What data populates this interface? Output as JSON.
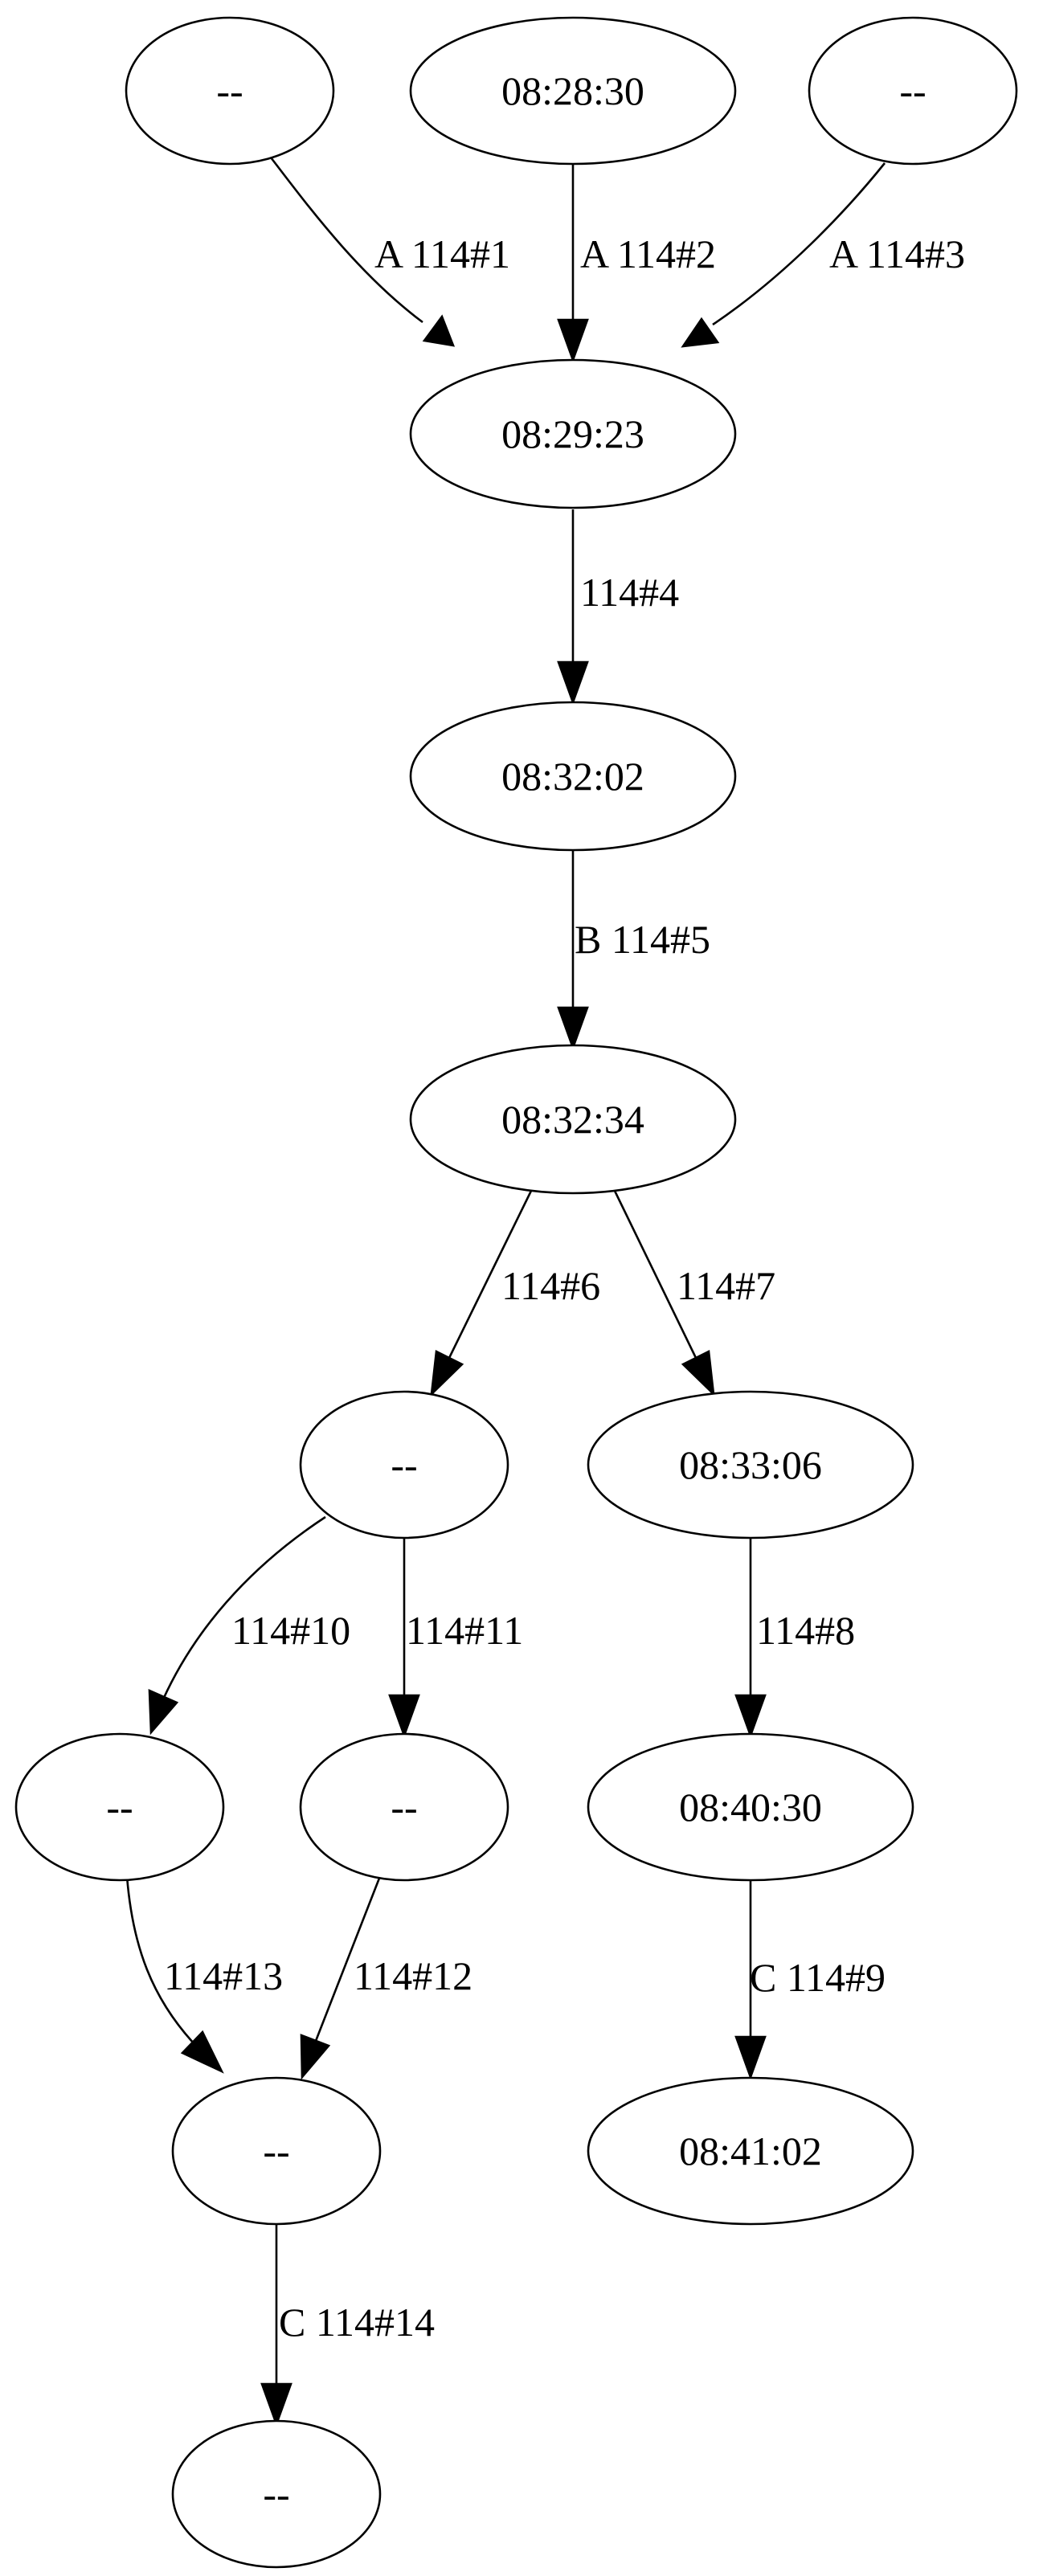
{
  "graph": {
    "nodes": [
      {
        "id": "n1",
        "label": "--"
      },
      {
        "id": "n2",
        "label": "08:28:30"
      },
      {
        "id": "n3",
        "label": "--"
      },
      {
        "id": "n4",
        "label": "08:29:23"
      },
      {
        "id": "n5",
        "label": "08:32:02"
      },
      {
        "id": "n6",
        "label": "08:32:34"
      },
      {
        "id": "n7",
        "label": "--"
      },
      {
        "id": "n8",
        "label": "08:33:06"
      },
      {
        "id": "n9",
        "label": "--"
      },
      {
        "id": "n10",
        "label": "--"
      },
      {
        "id": "n11",
        "label": "08:40:30"
      },
      {
        "id": "n12",
        "label": "--"
      },
      {
        "id": "n13",
        "label": "08:41:02"
      },
      {
        "id": "n14",
        "label": "--"
      }
    ],
    "edges": [
      {
        "from": "n1",
        "to": "n4",
        "label": "A 114#1"
      },
      {
        "from": "n2",
        "to": "n4",
        "label": "A 114#2"
      },
      {
        "from": "n3",
        "to": "n4",
        "label": "A 114#3"
      },
      {
        "from": "n4",
        "to": "n5",
        "label": "114#4"
      },
      {
        "from": "n5",
        "to": "n6",
        "label": "B 114#5"
      },
      {
        "from": "n6",
        "to": "n7",
        "label": "114#6"
      },
      {
        "from": "n6",
        "to": "n8",
        "label": "114#7"
      },
      {
        "from": "n8",
        "to": "n11",
        "label": "114#8"
      },
      {
        "from": "n11",
        "to": "n13",
        "label": "C 114#9"
      },
      {
        "from": "n7",
        "to": "n9",
        "label": "114#10"
      },
      {
        "from": "n7",
        "to": "n10",
        "label": "114#11"
      },
      {
        "from": "n10",
        "to": "n12",
        "label": "114#12"
      },
      {
        "from": "n9",
        "to": "n12",
        "label": "114#13"
      },
      {
        "from": "n12",
        "to": "n14",
        "label": "C 114#14"
      }
    ]
  }
}
